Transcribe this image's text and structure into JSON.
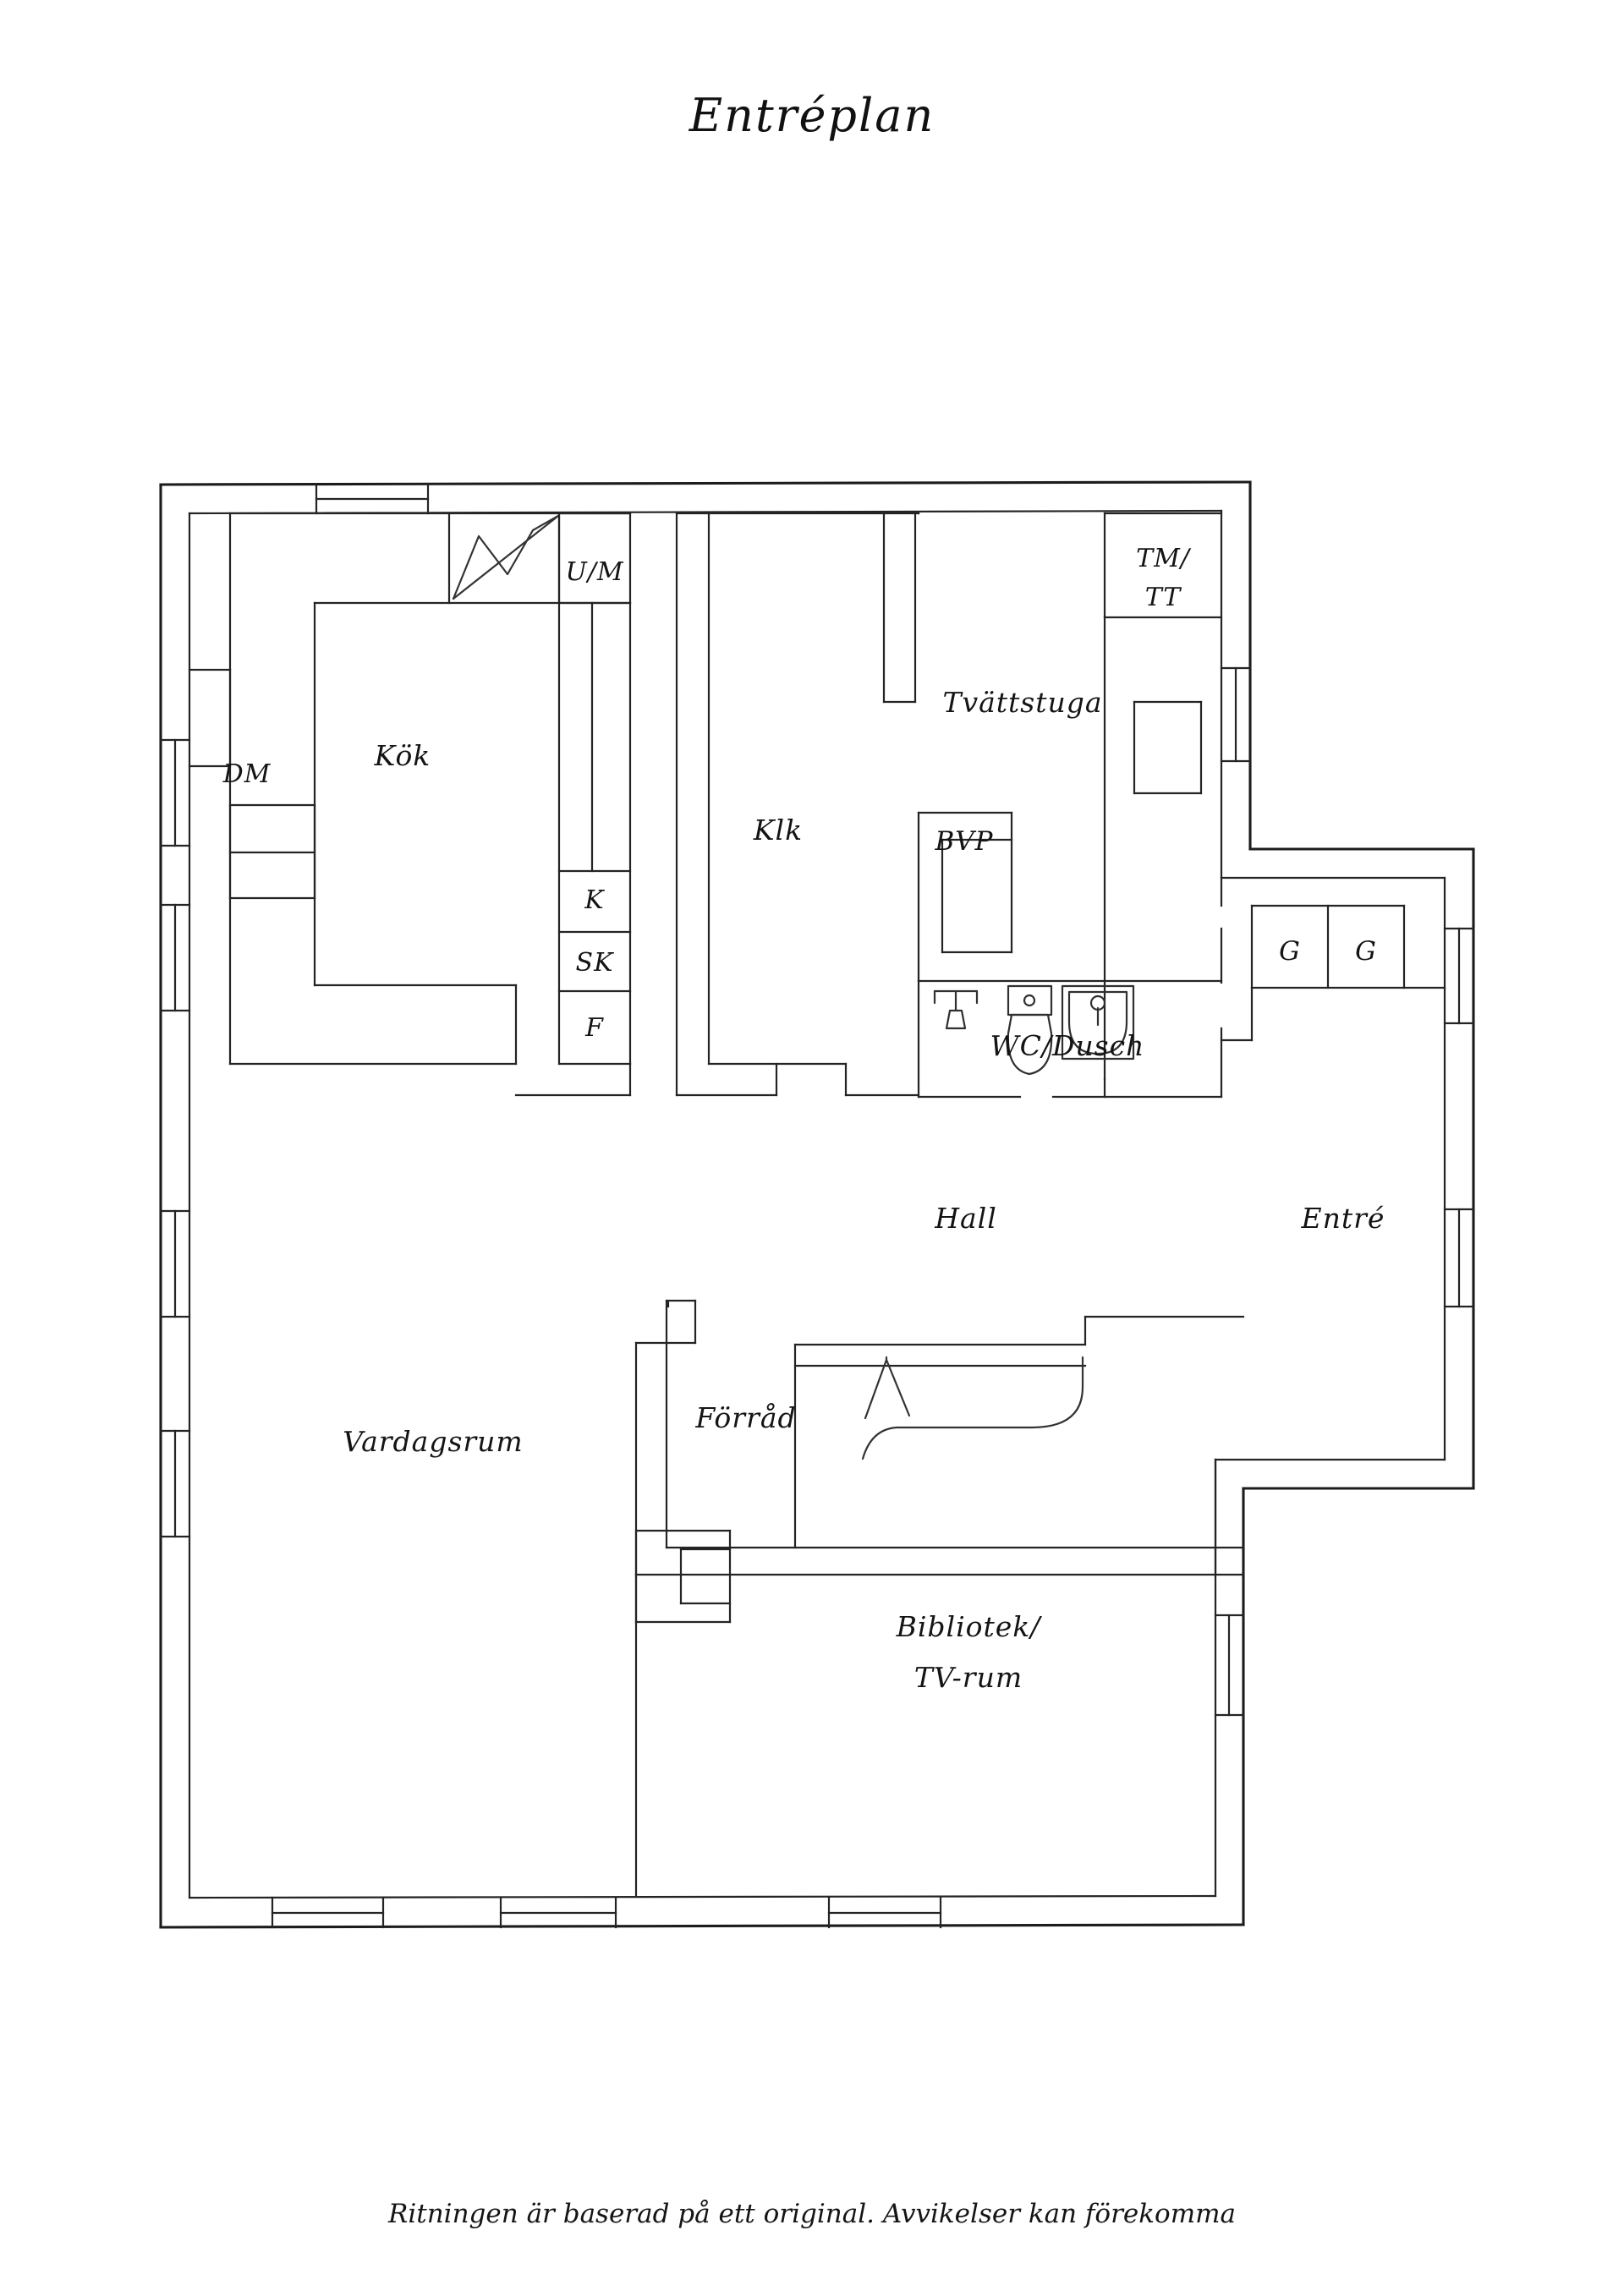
{
  "document": {
    "title": "Entréplan",
    "caption": "Ritningen är baserad på ett original. Avvikelser kan förekomma",
    "type": "floor-plan",
    "language": "sv",
    "ink_color": "#1c1c1c",
    "paper_color": "#ffffff"
  },
  "rooms": {
    "kitchen": "Kök",
    "dishwasher": "DM",
    "oven_microwave": "U/M",
    "fridge": "K",
    "freezer_cabinet": "SK",
    "freezer": "F",
    "walk_in_closet": "Klk",
    "laundry": "Tvättstuga",
    "washer_dryer": "TM/\nTT",
    "washer_dryer_line1": "TM/",
    "washer_dryer_line2": "TT",
    "heat_pump": "BVP",
    "bathroom": "WC/Dusch",
    "wardrobe_1": "G",
    "wardrobe_2": "G",
    "hall": "Hall",
    "entrance": "Entré",
    "storage": "Förråd",
    "living_room": "Vardagsrum",
    "library_line1": "Bibliotek/",
    "library_line2": "TV-rum"
  },
  "symbols": {
    "stove": "stove-hob-zigzag",
    "toilet": "toilet-fixture",
    "sink": "washbasin-fixture",
    "shower": "shower-head-fixture",
    "fireplace": "fireplace-chimney",
    "stair_direction": "stairs-up-arrow"
  }
}
